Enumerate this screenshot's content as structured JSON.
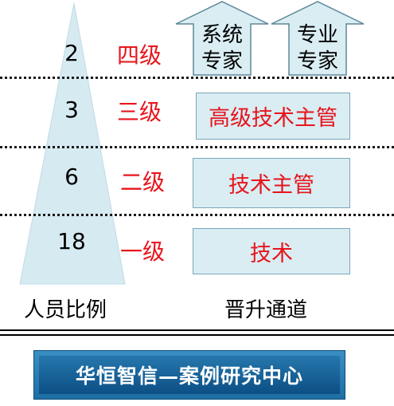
{
  "rows": [
    {
      "count": "2",
      "level": "四级"
    },
    {
      "count": "3",
      "level": "三级"
    },
    {
      "count": "6",
      "level": "二级"
    },
    {
      "count": "18",
      "level": "一级"
    }
  ],
  "arrows": [
    {
      "line1": "系统",
      "line2": "专家"
    },
    {
      "line1": "专业",
      "line2": "专家"
    }
  ],
  "boxes": {
    "senior_supervisor": "高级技术主管",
    "supervisor": "技术主管",
    "technical": "技术"
  },
  "captions": {
    "left": "人员比例",
    "right": "晋升通道"
  },
  "banner": "华恒智信—案例研究中心",
  "colors": {
    "pyramid_fill": "#d6eaf1",
    "box_fill": "#d9edf3",
    "level_text": "#e8141c",
    "banner_blue": "#1e6fa4"
  }
}
